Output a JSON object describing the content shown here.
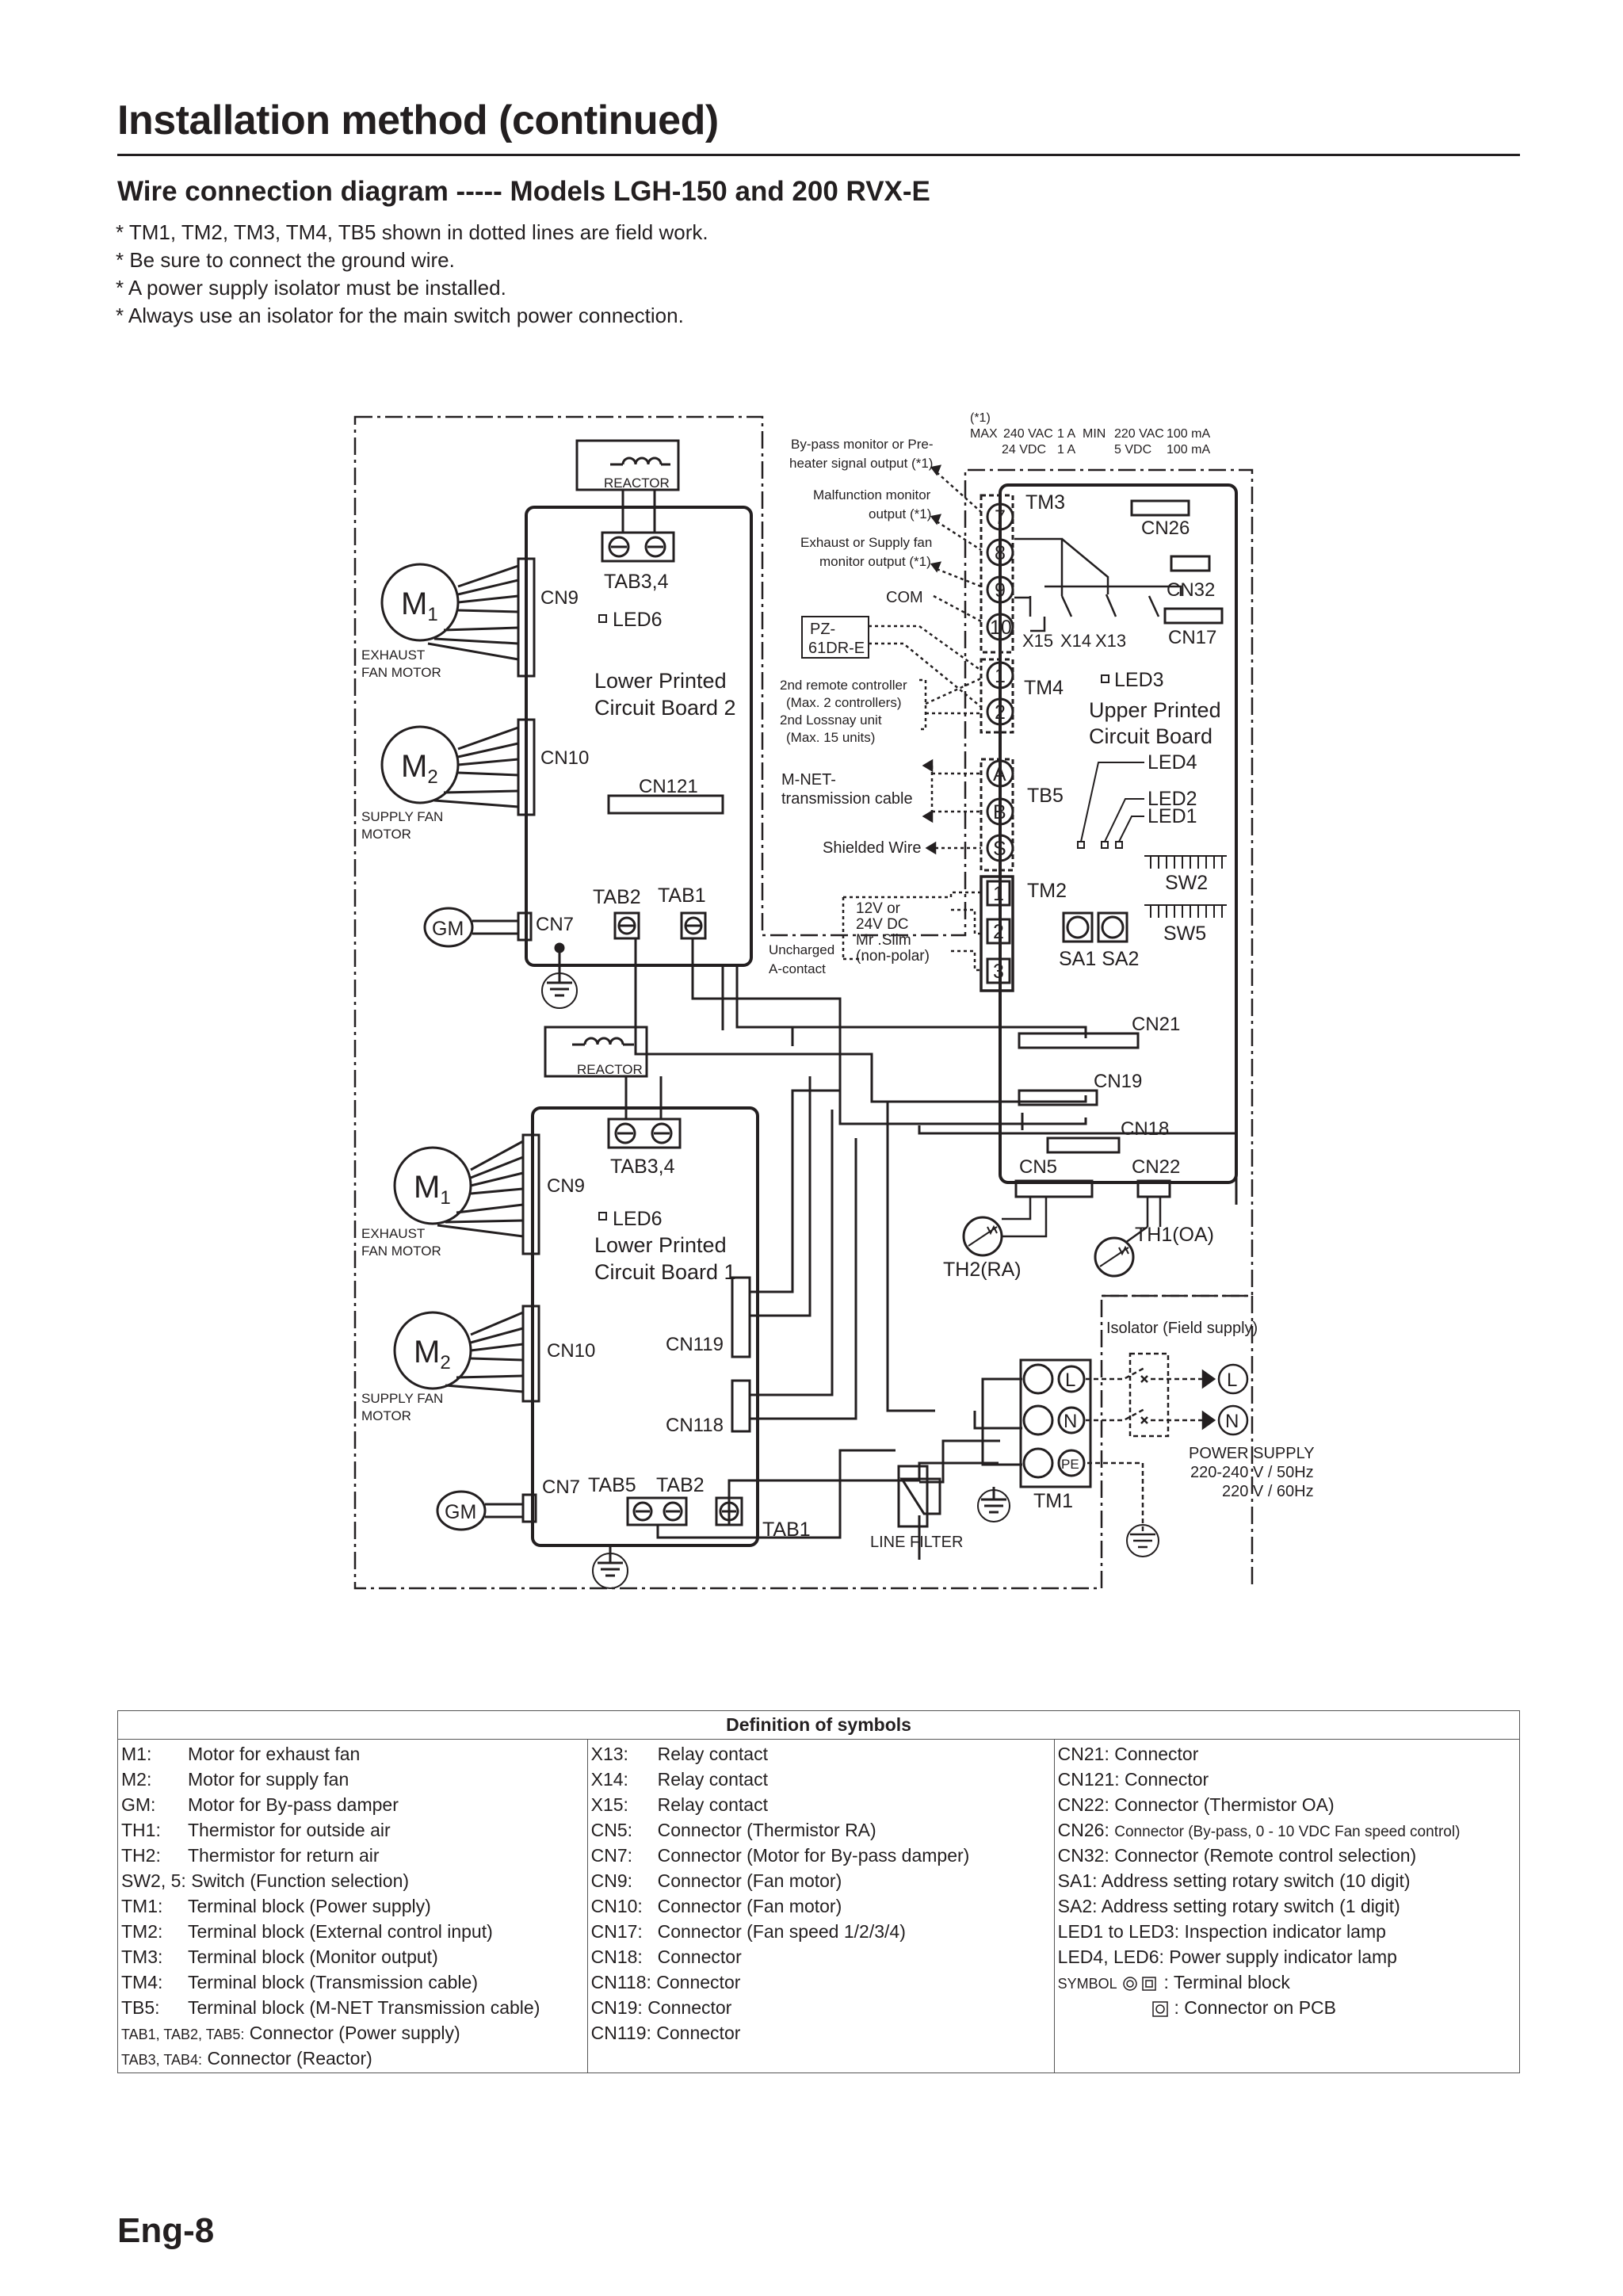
{
  "header": {
    "title": "Installation method (continued)",
    "subtitle": "Wire connection diagram ----- Models LGH-150 and 200 RVX-E"
  },
  "notes": [
    "* TM1, TM2, TM3, TM4, TB5 shown in dotted lines are field work.",
    "* Be sure to connect the ground wire.",
    "* A power supply isolator must be installed.",
    "* Always use an isolator for the main switch power connection."
  ],
  "diagram": {
    "reactor": "REACTOR",
    "tab34": "TAB3,4",
    "cn9": "CN9",
    "led6": "LED6",
    "cn10": "CN10",
    "cn121": "CN121",
    "cn7": "CN7",
    "tab2": "TAB2",
    "tab1": "TAB1",
    "tab5": "TAB5",
    "gm": "GM",
    "m": "M",
    "m1_sub": "1",
    "m2_sub": "2",
    "exhaust_fan_motor_1": "EXHAUST",
    "exhaust_fan_motor_2": "FAN MOTOR",
    "supply_fan_motor_1": "SUPPLY FAN",
    "supply_fan_motor_2": "MOTOR",
    "lpcb2_1": "Lower Printed",
    "lpcb2_2": "Circuit Board 2",
    "lpcb1_1": "Lower Printed",
    "lpcb1_2": "Circuit Board 1",
    "cn119": "CN119",
    "cn118": "CN118",
    "line_filter": "LINE FILTER",
    "bypass_1": "By-pass monitor or Pre-",
    "bypass_2": "heater signal output (*1)",
    "malf_1": "Malfunction monitor",
    "malf_2": "output (*1)",
    "fanmon_1": "Exhaust or Supply fan",
    "fanmon_2": "monitor output (*1)",
    "com": "COM",
    "pz_1": "PZ-",
    "pz_2": "61DR-E",
    "remote_1": "2nd remote controller",
    "remote_2": "(Max. 2 controllers)",
    "remote_3": "2nd Lossnay unit",
    "remote_4": "(Max. 15 units)",
    "mnet_1": "M-NET-",
    "mnet_2": "transmission cable",
    "shielded": "Shielded Wire",
    "dc_1": "12V or",
    "dc_2": "24V DC",
    "dc_3": "Mr .Slim",
    "dc_4": "(non-polar)",
    "unch_1": "Uncharged",
    "unch_2": "A-contact",
    "rating_ref": "(*1)",
    "rating_max": "MAX",
    "rating_max_ac": "240 VAC",
    "rating_max_ac_a": "1 A",
    "rating_min": "MIN",
    "rating_min_ac": "220 VAC",
    "rating_min_ac_a": "100 mA",
    "rating_max_dc": "24 VDC",
    "rating_max_dc_a": "1 A",
    "rating_min_dc": "5 VDC",
    "rating_min_dc_a": "100 mA",
    "tm3": "TM3",
    "tm4": "TM4",
    "tb5": "TB5",
    "tm2": "TM2",
    "tm1": "TM1",
    "cn26": "CN26",
    "cn32": "CN32",
    "cn17": "CN17",
    "x15": "X15",
    "x14": "X14",
    "x13": "X13",
    "led3": "LED3",
    "upcb_1": "Upper Printed",
    "upcb_2": "Circuit Board",
    "led4": "LED4",
    "led2": "LED2",
    "led1": "LED1",
    "sw2": "SW2",
    "sw5": "SW5",
    "sa1sa2": "SA1 SA2",
    "cn21": "CN21",
    "cn19": "CN19",
    "cn18": "CN18",
    "cn5": "CN5",
    "cn22": "CN22",
    "th1": "TH1(OA)",
    "th2": "TH2(RA)",
    "isolator": "Isolator (Field supply)",
    "t7": "7",
    "t8": "8",
    "t9": "9",
    "t10": "10",
    "t1": "1",
    "t2": "2",
    "ta": "A",
    "tb": "B",
    "ts": "S",
    "tm2_1": "1",
    "tm2_2": "2",
    "tm2_3": "3",
    "l": "L",
    "n": "N",
    "pe": "PE",
    "ps_1": "POWER SUPPLY",
    "ps_2": "220-240 V / 50Hz",
    "ps_3": "220 V / 60Hz"
  },
  "definitions": {
    "heading": "Definition of symbols",
    "col1": [
      {
        "k": "M1:",
        "v": "Motor for exhaust fan"
      },
      {
        "k": "M2:",
        "v": "Motor for supply fan"
      },
      {
        "k": "GM:",
        "v": "Motor for By-pass damper"
      },
      {
        "k": "TH1:",
        "v": "Thermistor for outside air"
      },
      {
        "k": "TH2:",
        "v": "Thermistor for return air"
      },
      {
        "k": "SW2, 5:",
        "v": "Switch (Function selection)"
      },
      {
        "k": "TM1:",
        "v": "Terminal block (Power supply)"
      },
      {
        "k": "TM2:",
        "v": "Terminal block (External control input)"
      },
      {
        "k": "TM3:",
        "v": "Terminal block (Monitor output)"
      },
      {
        "k": "TM4:",
        "v": "Terminal block (Transmission cable)"
      },
      {
        "k": "TB5:",
        "v": "Terminal block (M-NET Transmission cable)"
      },
      {
        "k": "TAB1, TAB2, TAB5:",
        "v": "Connector (Power supply)"
      },
      {
        "k": "TAB3, TAB4:",
        "v": "Connector (Reactor)"
      }
    ],
    "col2": [
      {
        "k": "X13:",
        "v": "Relay contact"
      },
      {
        "k": "X14:",
        "v": "Relay contact"
      },
      {
        "k": "X15:",
        "v": "Relay contact"
      },
      {
        "k": "CN5:",
        "v": "Connector (Thermistor RA)"
      },
      {
        "k": "CN7:",
        "v": "Connector (Motor for By-pass damper)"
      },
      {
        "k": "CN9:",
        "v": "Connector (Fan motor)"
      },
      {
        "k": "CN10:",
        "v": "Connector (Fan motor)"
      },
      {
        "k": "CN17:",
        "v": "Connector (Fan speed 1/2/3/4)"
      },
      {
        "k": "CN18:",
        "v": "Connector"
      },
      {
        "k": "CN118:",
        "v": "Connector"
      },
      {
        "k": "CN19:",
        "v": "Connector"
      },
      {
        "k": "CN119:",
        "v": "Connector"
      }
    ],
    "col3": [
      {
        "k": "CN21:",
        "v": "Connector"
      },
      {
        "k": "CN121:",
        "v": "Connector"
      },
      {
        "k": "CN22:",
        "v": "Connector (Thermistor OA)"
      },
      {
        "k": "CN26:",
        "v": "Connector (By-pass, 0 - 10 VDC Fan speed control)"
      },
      {
        "k": "CN32:",
        "v": "Connector (Remote control selection)"
      },
      {
        "k": "SA1:",
        "v": "Address setting rotary switch (10 digit)"
      },
      {
        "k": "SA2:",
        "v": "Address setting rotary switch (1 digit)"
      },
      {
        "k": "",
        "v": "LED1 to LED3: Inspection indicator lamp"
      },
      {
        "k": "",
        "v": "LED4, LED6: Power supply indicator lamp"
      },
      {
        "k": "SYMBOL",
        "v": ": Terminal block"
      },
      {
        "k": "",
        "v": ": Connector on PCB"
      }
    ]
  },
  "footer": {
    "page": "Eng-8"
  }
}
